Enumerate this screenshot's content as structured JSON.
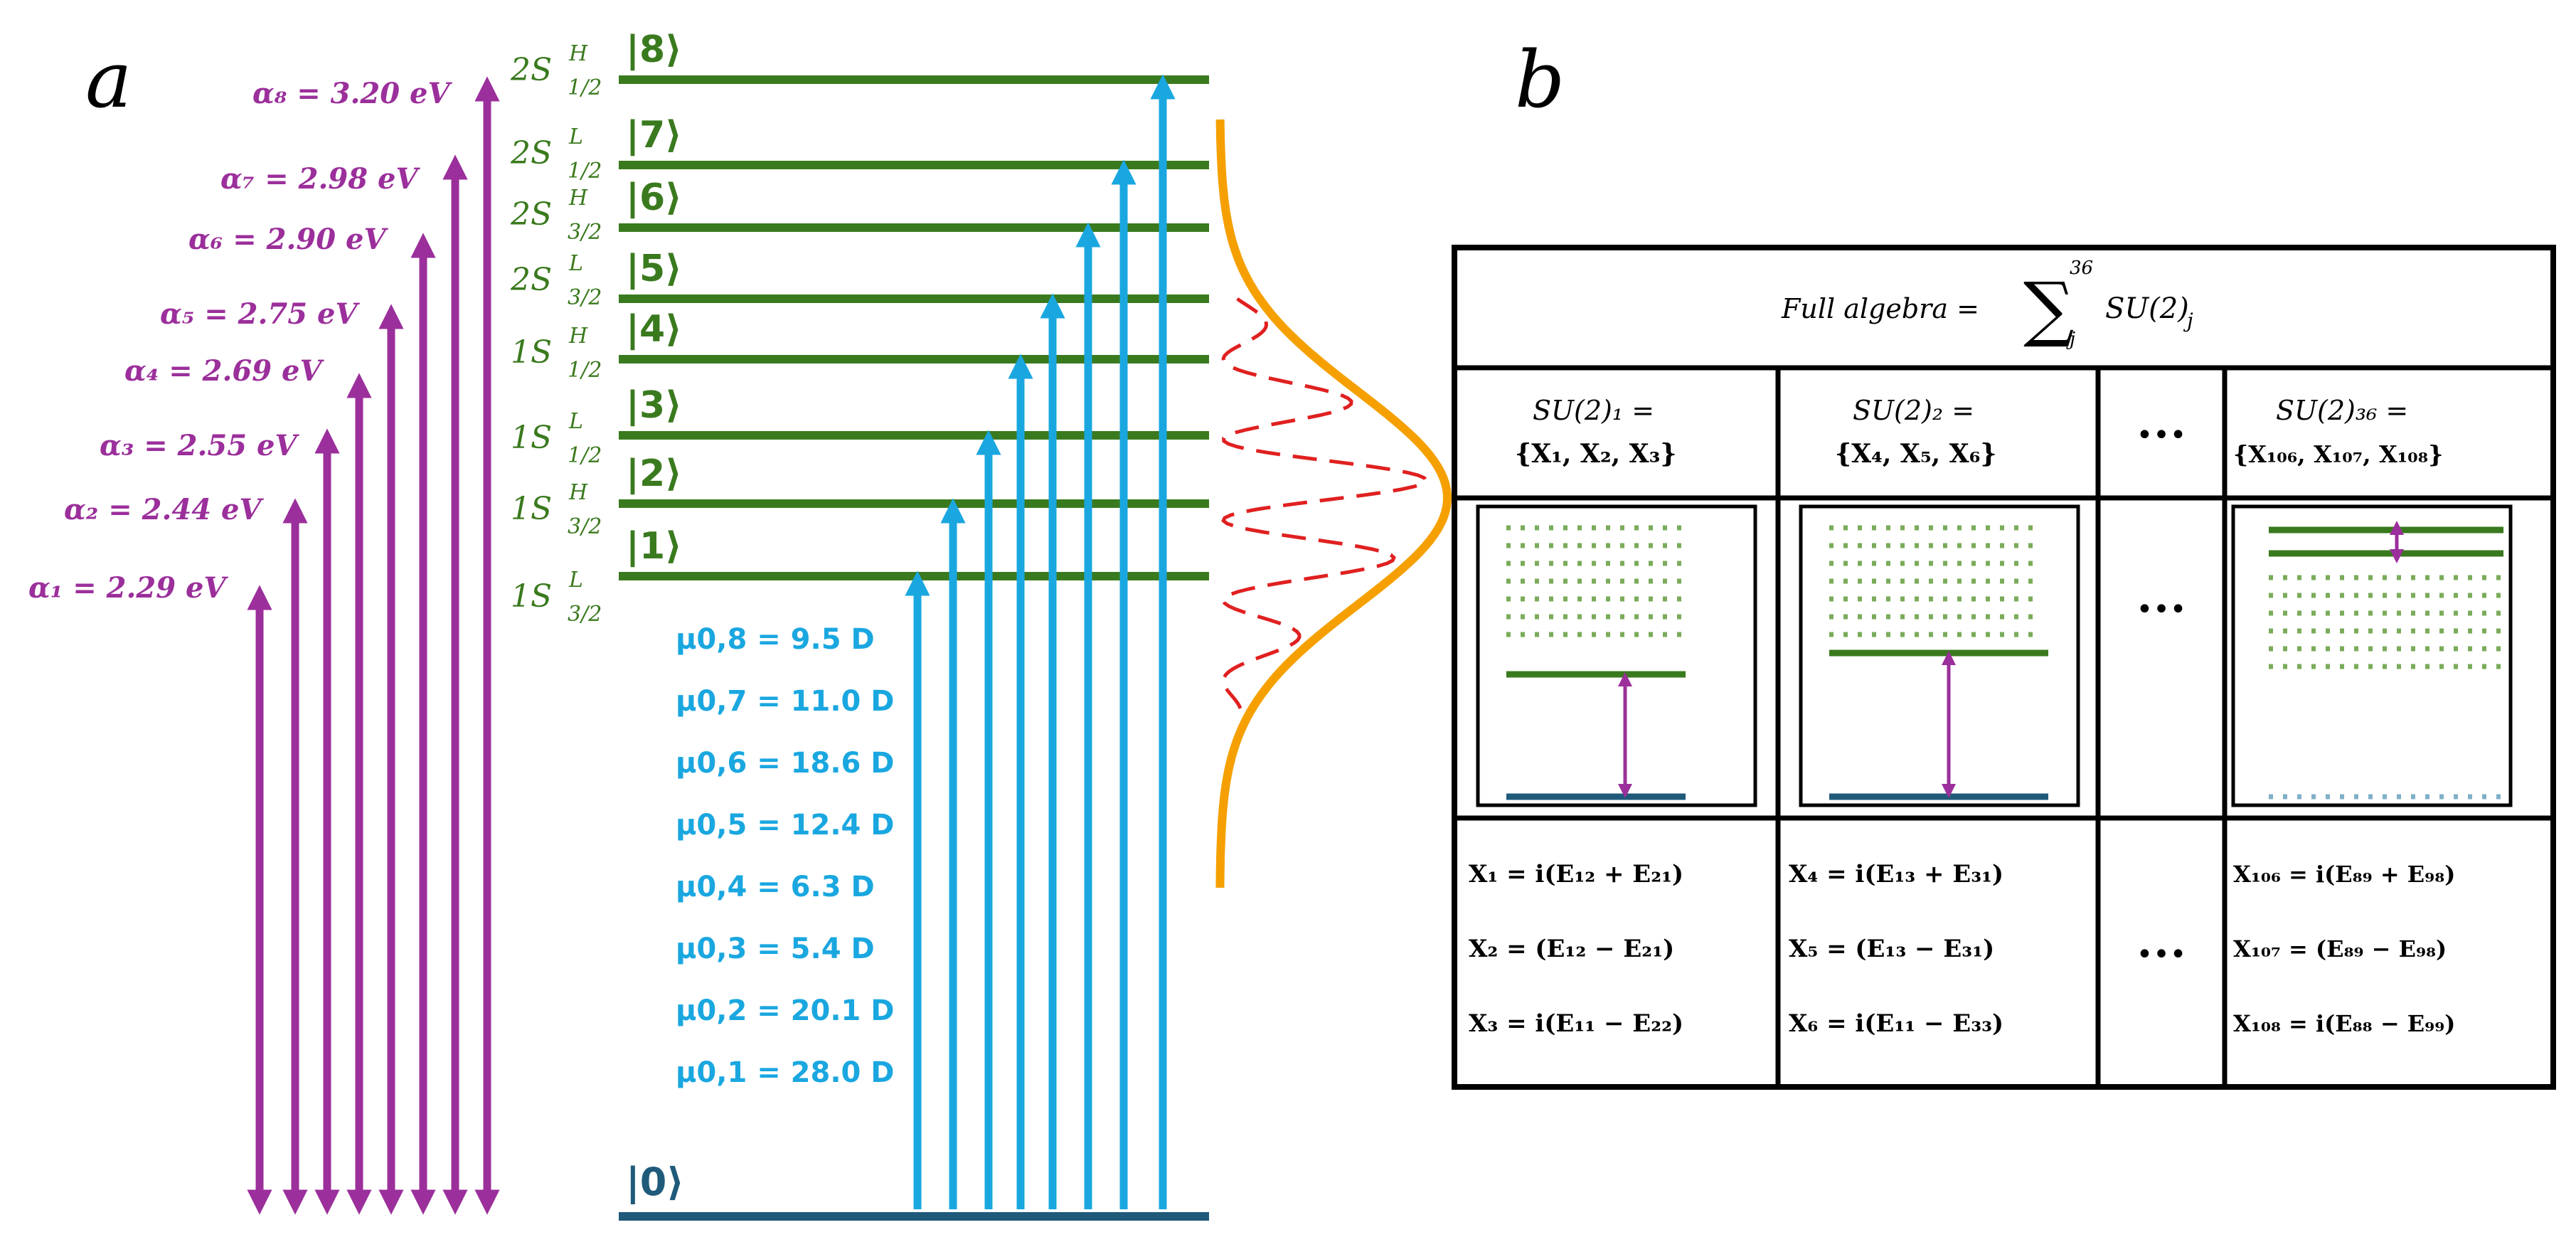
{
  "panel_a": {
    "label": "a",
    "alpha_labels": [
      "α₈ = 3.20 eV",
      "α₇ = 2.98 eV",
      "α₆ = 2.90 eV",
      "α₅ = 2.75 eV",
      "α₄ = 2.69 eV",
      "α₃ = 2.55 eV",
      "α₂ = 2.44 eV",
      "α₁ = 2.29 eV"
    ],
    "state_names": [
      "2S^H_1/2",
      "2S^L_1/2",
      "2S^H_3/2",
      "2S^L_3/2",
      "1S^H_1/2",
      "1S^L_1/2",
      "1S^H_3/2",
      "1S^L_3/2"
    ],
    "kets": [
      "|8⟩",
      "|7⟩",
      "|6⟩",
      "|5⟩",
      "|4⟩",
      "|3⟩",
      "|2⟩",
      "|1⟩"
    ],
    "ground_ket": "|0⟩",
    "dipole_labels": [
      "μ0,8 = 9.5 D",
      "μ0,7 = 11.0 D",
      "μ0,6 = 18.6 D",
      "μ0,5 = 12.4 D",
      "μ0,4 = 6.3 D",
      "μ0,3 = 5.4 D",
      "μ0,2 = 20.1 D",
      "μ0,1 = 28.0 D"
    ],
    "colors": {
      "alpha": "#9b2f9b",
      "level": "#3a7a1e",
      "ground": "#1f5a7a",
      "dipole": "#1aa7e0",
      "envelope": "#f5a000",
      "dashed": "#e02020"
    }
  },
  "panel_b": {
    "label": "b",
    "full_algebra": "Full algebra = Σ_j^36 SU(2)_j",
    "full_algebra_lhs": "Full algebra =",
    "sum_upper": "36",
    "sum_lower": "j",
    "sum_term": "SU(2)",
    "sum_term_sub": "j",
    "columns": [
      {
        "header_line1": "SU(2)₁ =",
        "header_line2": "{X₁, X₂, X₃}",
        "eqs": [
          "X₁ = i(E₁₂ + E₂₁)",
          "X₂ = (E₁₂ − E₂₁)",
          "X₃ = i(E₁₁ − E₂₂)"
        ]
      },
      {
        "header_line1": "SU(2)₂ =",
        "header_line2": "{X₄, X₅, X₆}",
        "eqs": [
          "X₄ = i(E₁₃ + E₃₁)",
          "X₅ = (E₁₃ − E₃₁)",
          "X₆ = i(E₁₁ − E₃₃)"
        ]
      },
      {
        "header_line1": "SU(2)₃₆ =",
        "header_line2": "{X₁₀₆, X₁₀₇, X₁₀₈}",
        "eqs": [
          "X₁₀₆ = i(E₈₉ + E₉₈)",
          "X₁₀₇ = (E₈₉ − E₉₈)",
          "X₁₀₈ = i(E₈₈ − E₉₉)"
        ]
      }
    ],
    "ellipsis": "•••"
  }
}
